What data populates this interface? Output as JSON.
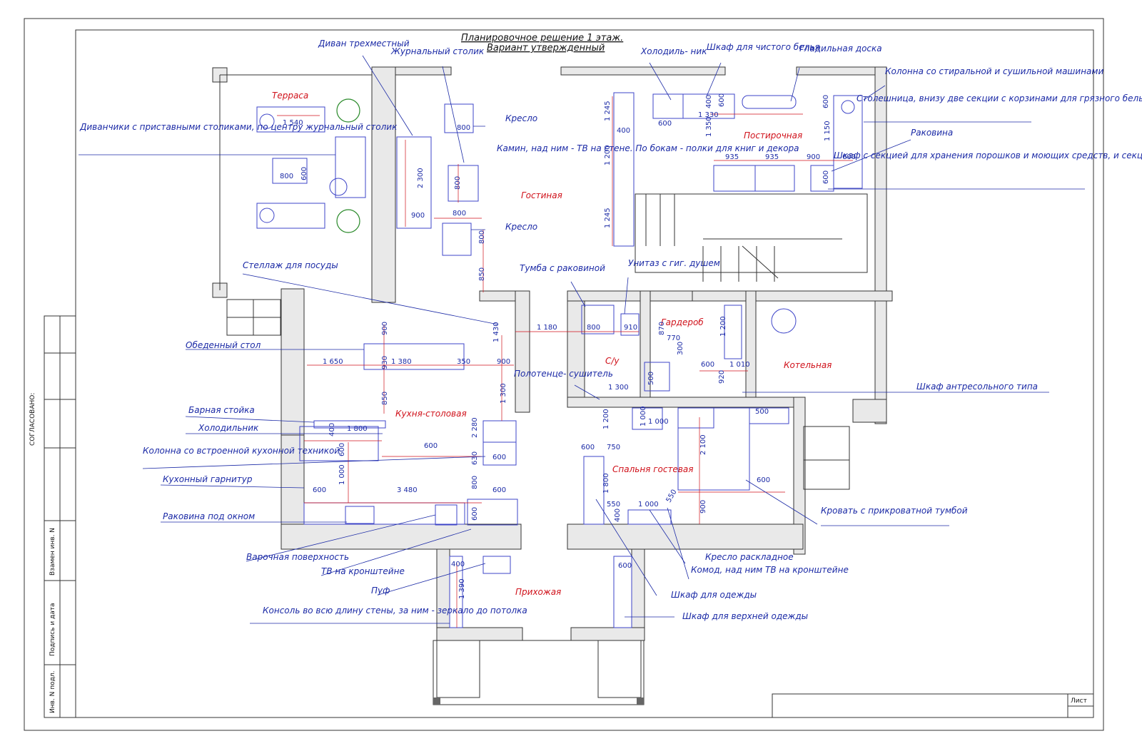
{
  "title": {
    "line1": "Планировочное решение 1 этаж.",
    "line2": "Вариант утвержденный"
  },
  "rooms": {
    "terrace": "Терраса",
    "living": "Гостиная",
    "laundry": "Постирочная",
    "kitchen": "Кухня-столовая",
    "wc": "С/у",
    "wardrobe": "Гардероб",
    "boiler": "Котельная",
    "guest": "Спальня гостевая",
    "hall": "Прихожая"
  },
  "labels": {
    "sofa3": "Диван трехместный",
    "coffee_table": "Журнальный столик",
    "fridge_top": "Холодиль- ник",
    "linen_cabinet": "Шкаф для чистого белья",
    "ironing_board": "Гладильная доска",
    "washer_column": "Колонна со стиральной и сушильной машинами",
    "countertop": "Столешница, внизу две секции с корзинами для грязного белья",
    "sink_right": "Раковина",
    "powder_cabinet": "Шкаф с секцией для хранения порошков и моющих средств, и секцией для одежды на плечиках после глажки",
    "armchair1": "Кресло",
    "armchair2": "Кресло",
    "fireplace": "Камин, над ним - ТВ на стене. По бокам - полки для книг и декора",
    "small_sofas": "Диванчики с приставными столиками, по центру журнальный столик",
    "dish_rack": "Стеллаж для посуды",
    "vanity": "Тумба с раковиной",
    "toilet": "Унитаз с гиг. душем",
    "dining_table": "Обеденный стол",
    "towel_dryer": "Полотенце- сушитель",
    "bar_counter": "Барная стойка",
    "fridge_kitchen": "Холодильник",
    "column_appliances": "Колонна со встроенной кухонной техникой",
    "kitchen_set": "Кухонный гарнитур",
    "sink_window": "Раковина под окном",
    "hob": "Варочная поверхность",
    "tv_bracket": "ТВ на кронштейне",
    "pouf": "Пуф",
    "console": "Консоль во всю длину стены, за ним - зеркало до потолка",
    "mezzanine": "Шкаф антресольного типа",
    "bed": "Кровать с прикроватной тумбой",
    "folding_chair": "Кресло раскладное",
    "dresser": "Комод, над ним ТВ на кронштейне",
    "clothes_cabinet": "Шкаф для одежды",
    "outerwear": "Шкаф для верхней одежды"
  },
  "dimensions": [
    "1 540",
    "800",
    "600",
    "800",
    "2 300",
    "800",
    "900",
    "800",
    "800",
    "850",
    "1 245",
    "400",
    "1 200",
    "1 245",
    "1 330",
    "600",
    "1 350",
    "400",
    "600",
    "1 150",
    "935",
    "935",
    "900",
    "600",
    "600",
    "1 430",
    "1 180",
    "800",
    "910",
    "870",
    "770",
    "300",
    "1 200",
    "1 300",
    "900",
    "1 650",
    "1 380",
    "350",
    "900",
    "930",
    "850",
    "600",
    "1 010",
    "920",
    "500",
    "1 300",
    "400",
    "1 800",
    "600",
    "2 280",
    "600",
    "630",
    "600",
    "1 000",
    "600",
    "3 480",
    "800",
    "600",
    "600",
    "1 000",
    "1 000",
    "500",
    "600",
    "750",
    "1 200",
    "2 100",
    "600",
    "1 800",
    "550",
    "1 000",
    "550",
    "400",
    "900",
    "400",
    "600",
    "1 390",
    "600"
  ],
  "stamp": {
    "approved": "СОГЛАСОВАНО:",
    "inv_replace": "Взамен инв. N",
    "sign_date": "Подпись и дата",
    "inv_orig": "Инв. N подл.",
    "sheet": "Лист"
  },
  "colors": {
    "label": "#1b2aa6",
    "room": "#d0121b",
    "wall": "#e9e9e9",
    "furniture": "#3d44c8"
  }
}
